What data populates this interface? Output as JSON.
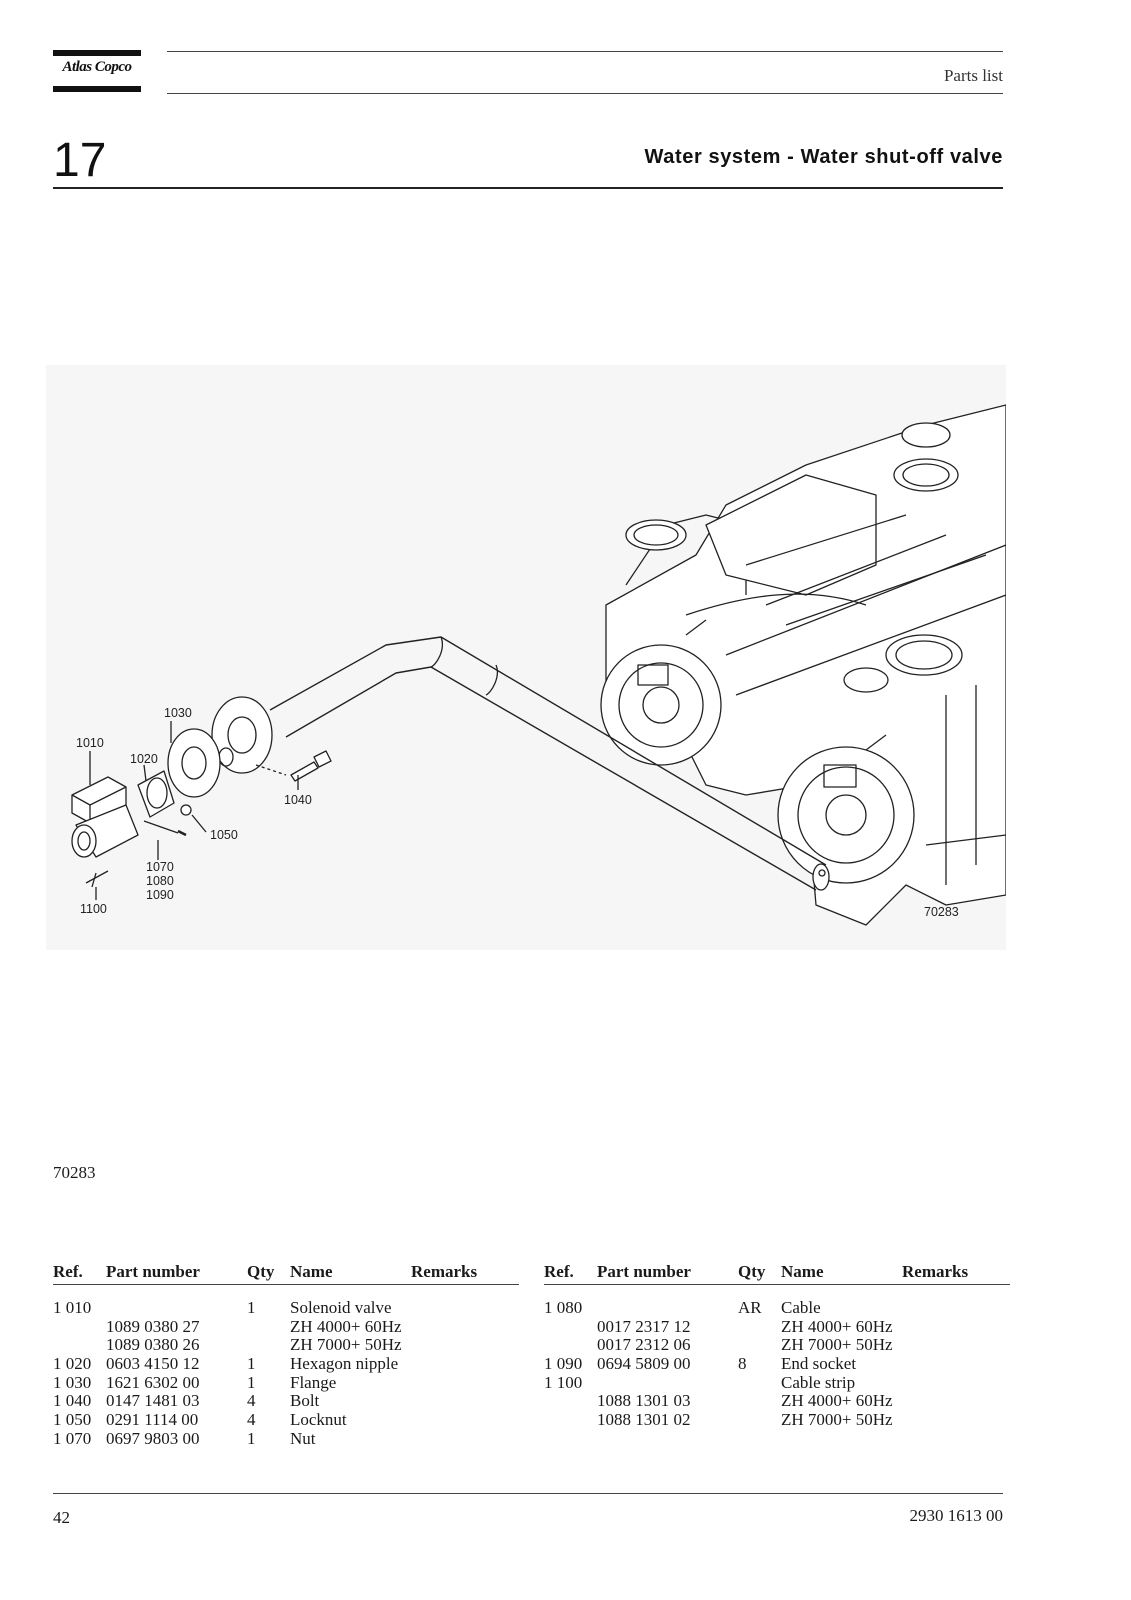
{
  "header": {
    "logo_text": "Atlas Copco",
    "label": "Parts list",
    "chapter": "17",
    "title": "Water system - Water shut-off valve"
  },
  "drawing": {
    "callouts": [
      "1010",
      "1020",
      "1030",
      "1040",
      "1050",
      "1070",
      "1080",
      "1090",
      "1100"
    ],
    "figure_id": "70283"
  },
  "figure_ref": "70283",
  "table": {
    "headers": {
      "ref": "Ref.",
      "part": "Part number",
      "qty": "Qty",
      "name": "Name",
      "remarks": "Remarks"
    },
    "left_rows": [
      {
        "ref": "1 010",
        "part": "",
        "qty": "1",
        "name": "Solenoid valve"
      },
      {
        "ref": "",
        "part": "1089 0380 27",
        "qty": "",
        "name": "ZH 4000+ 60Hz"
      },
      {
        "ref": "",
        "part": "1089 0380 26",
        "qty": "",
        "name": "ZH 7000+ 50Hz"
      },
      {
        "ref": "1 020",
        "part": "0603 4150 12",
        "qty": "1",
        "name": "Hexagon nipple"
      },
      {
        "ref": "1 030",
        "part": "1621 6302 00",
        "qty": "1",
        "name": "Flange"
      },
      {
        "ref": "1 040",
        "part": "0147 1481 03",
        "qty": "4",
        "name": "Bolt"
      },
      {
        "ref": "1 050",
        "part": "0291 1114 00",
        "qty": "4",
        "name": "Locknut"
      },
      {
        "ref": "1 070",
        "part": "0697 9803 00",
        "qty": "1",
        "name": "Nut"
      }
    ],
    "right_rows": [
      {
        "ref": "1 080",
        "part": "",
        "qty": "AR",
        "name": "Cable"
      },
      {
        "ref": "",
        "part": "0017 2317 12",
        "qty": "",
        "name": "ZH 4000+ 60Hz"
      },
      {
        "ref": "",
        "part": "0017 2312 06",
        "qty": "",
        "name": "ZH 7000+ 50Hz"
      },
      {
        "ref": "1 090",
        "part": "0694 5809 00",
        "qty": "8",
        "name": "End socket"
      },
      {
        "ref": "1 100",
        "part": "",
        "qty": "",
        "name": "Cable strip"
      },
      {
        "ref": "",
        "part": "1088 1301 03",
        "qty": "",
        "name": "ZH 4000+ 60Hz"
      },
      {
        "ref": "",
        "part": "1088 1301 02",
        "qty": "",
        "name": "ZH 7000+ 50Hz"
      }
    ]
  },
  "footer": {
    "page_number": "42",
    "doc_number": "2930 1613 00"
  }
}
